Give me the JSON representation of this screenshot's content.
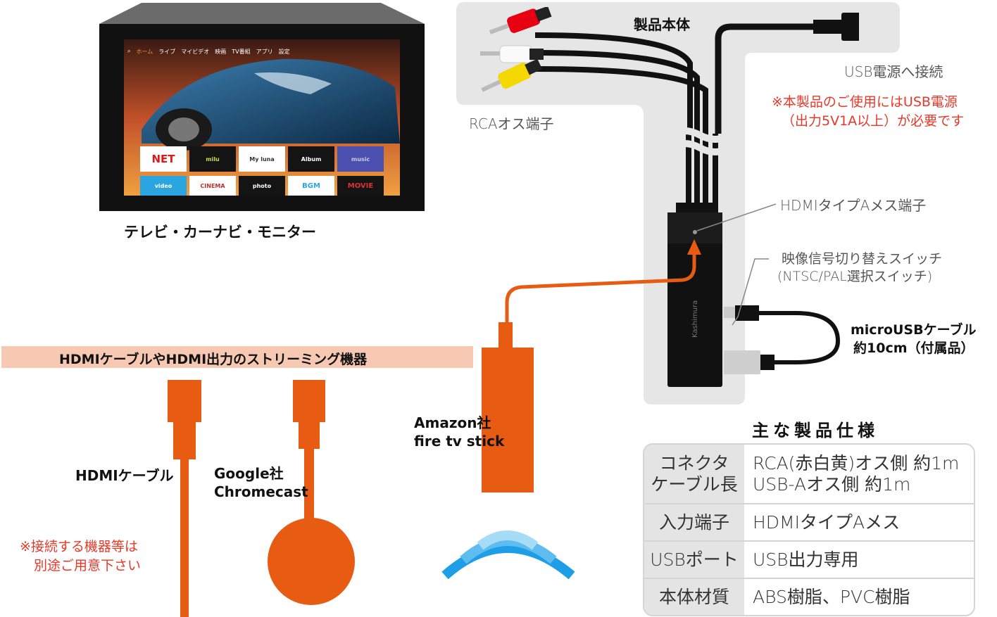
{
  "tv": {
    "menu": [
      "ホーム",
      "ライブ",
      "マイビデオ",
      "映画",
      "TV番組",
      "アプリ",
      "設定"
    ],
    "tiles_row1": [
      "NET",
      "milu",
      "My luna",
      "Album",
      "music"
    ],
    "tiles_row2": [
      "video",
      "CINEMA",
      "photo",
      "BGM",
      "MOVIE"
    ],
    "caption": "テレビ・カーナビ・モニター"
  },
  "product": {
    "title": "製品本体",
    "rca_label": "RCAオス端子",
    "usb_power_label": "USB電源へ接続",
    "usb_note_line1": "※本製品のご使用にはUSB電源",
    "usb_note_line2": "（出力5V1A以上）が必要です",
    "hdmi_port_label": "HDMIタイプAメス端子",
    "switch_label_line1": "映像信号切り替えスイッチ",
    "switch_label_line2": "(NTSC/PAL選択スイッチ)",
    "micro_usb_line1": "microUSBケーブル",
    "micro_usb_line2": "約10cm（付属品）",
    "brand": "Kashimura"
  },
  "devices": {
    "banner": "HDMIケーブルやHDMI出力のストリーミング機器",
    "hdmi_cable": "HDMIケーブル",
    "chromecast_line1": "Google社",
    "chromecast_line2": "Chromecast",
    "firetv_line1": "Amazon社",
    "firetv_line2": "fire tv stick",
    "note_line1": "※接続する機器等は",
    "note_line2": "別途ご用意下さい"
  },
  "spec": {
    "title": "主な製品仕様",
    "rows": [
      {
        "key_line1": "コネクタ",
        "key_line2": "ケーブル長",
        "val_line1": "RCA(赤白黄)オス側 約1m",
        "val_line2": "USB-Aオス側 約1m"
      },
      {
        "key_line1": "入力端子",
        "val_line1": "HDMIタイプAメス"
      },
      {
        "key_line1": "USBポート",
        "val_line1": "USB出力専用"
      },
      {
        "key_line1": "本体材質",
        "val_line1": "ABS樹脂、PVC樹脂"
      }
    ]
  },
  "colors": {
    "orange": "#e85b12",
    "banner_bg": "#f7c9b3",
    "panel_gray": "#e6e6e6",
    "note_red": "#e83828",
    "wifi_blue": "#1d9ee6"
  }
}
